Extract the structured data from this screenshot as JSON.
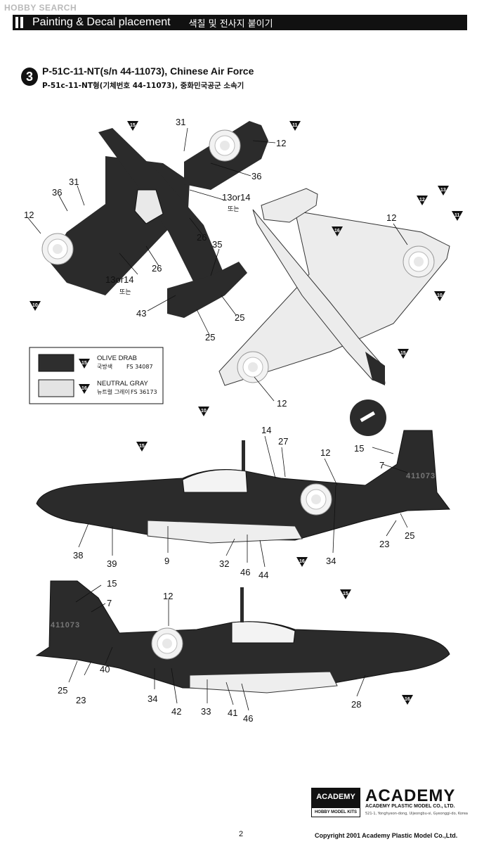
{
  "watermark": "HOBBY SEARCH",
  "header": {
    "title": "Painting & Decal placement",
    "title_kr": "색칠 및 전사지 붙이기"
  },
  "step": {
    "number": "3",
    "title": "P-51C-11-NT(s/n 44-11073), Chinese Air Force",
    "subtitle": "P-51c-11-NT형(기체번호 44-11073), 중화민국공군 소속기"
  },
  "legend": [
    {
      "code": "15",
      "name": "OLIVE DRAB",
      "kr": "국방색",
      "fs": "FS 34087",
      "color": "#2e2e2e"
    },
    {
      "code": "16",
      "name": "NEUTRAL GRAY",
      "kr": "뉴트럴 그레이",
      "fs": "FS 36173",
      "color": "#e4e4e4"
    }
  ],
  "callouts": {
    "c31": "31",
    "c12": "12",
    "c36": "36",
    "c13or14": "13or14",
    "c_or_kr": "또는",
    "c26": "26",
    "c35": "35",
    "c43": "43",
    "c25": "25",
    "c14": "14",
    "c27": "27",
    "c7": "7",
    "c15": "15",
    "c38": "38",
    "c39": "39",
    "c9": "9",
    "c32": "32",
    "c46": "46",
    "c44": "44",
    "c34": "34",
    "c23": "23",
    "c40": "40",
    "c42": "42",
    "c33": "33",
    "c41": "41",
    "c28": "28"
  },
  "markers": {
    "m15": "15",
    "m16": "16",
    "m10": "10",
    "m11": "11",
    "m12": "12",
    "m13": "13"
  },
  "aircraft": {
    "serial": "411073"
  },
  "footer": {
    "page": "2",
    "copyright": "Copyright 2001 Academy Plastic Model Co.,Ltd.",
    "box_label": "ACADEMY",
    "box_sub": "HOBBY MODEL KITS",
    "brand": "ACADEMY",
    "brand_sub": "ACADEMY PLASTIC MODEL CO., LTD.",
    "address": "521-1, Yonghyeon-dong, Uijeongbu-si, Gyeonggi-do, Korea"
  },
  "colors": {
    "olive_drab": "#2e2e2e",
    "neutral_gray": "#e4e4e4"
  }
}
